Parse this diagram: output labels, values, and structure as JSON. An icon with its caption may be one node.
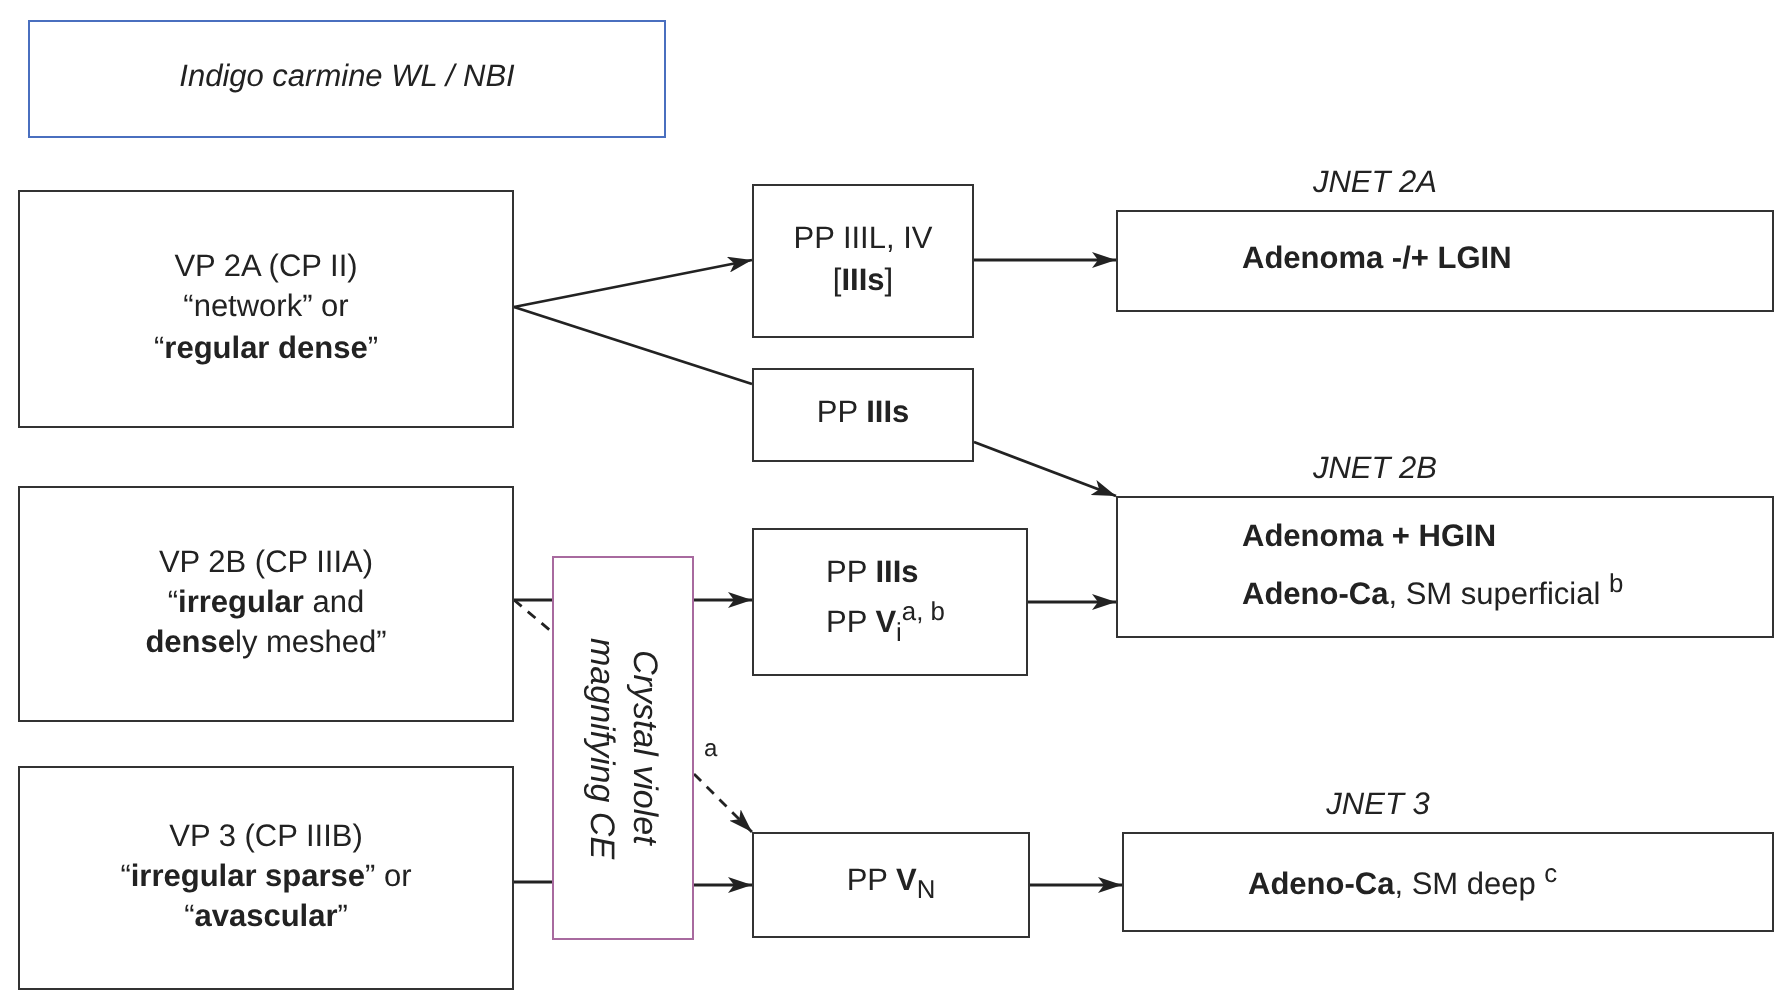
{
  "diagram": {
    "nodes": [
      {
        "text": [
          "Indigo carmine WL / NBI"
        ]
      },
      {
        "text": [
          "VP 2A (CP II) “network” or “**regular dense**”"
        ]
      },
      {
        "text": [
          "VP 2B (CP IIIA) “**irregular** and **dense**ly meshed”"
        ]
      },
      {
        "text": [
          "VP 3 (CP IIIB) “**irregular sparse**” or “**avascular**”"
        ]
      },
      {
        "text": [
          "Crystal violet magnifying CE"
        ]
      },
      {
        "text": [
          "PP IIIL, IV [**IIIs**]"
        ]
      },
      {
        "text": [
          "PP **IIIs**"
        ]
      },
      {
        "text": [
          "PP **IIIs**",
          "PP **V**$_{i}$$^{a, b}$"
        ]
      },
      {
        "text": [
          "PP **V**$_{N}$"
        ]
      },
      {
        "text": [
          "Adenoma -/+ LGIN"
        ],
        "beside": [
          "JNET 2A"
        ]
      },
      {
        "text": [
          "Adenoma + HGIN",
          "**Adeno-Ca**, SM superficial $^{b}$"
        ],
        "beside": [
          "JNET 2B"
        ]
      },
      {
        "text": [
          "**Adeno-Ca**, SM deep $^{c}$"
        ],
        "beside": [
          "JNET 3"
        ]
      }
    ],
    "edges": [
      {
        "from": 1,
        "to": 5,
        "arrow": "to"
      },
      {
        "from": 1,
        "to": 6,
        "arrow": "none"
      },
      {
        "from": 5,
        "to": 9,
        "arrow": "to"
      },
      {
        "from": 6,
        "to": 10,
        "arrow": "to"
      },
      {
        "from": 2,
        "to": 4,
        "arrow": "none"
      },
      {
        "from": 4,
        "to": 7,
        "arrow": "to"
      },
      {
        "from": 2,
        "to": 4,
        "arrow": "none",
        "style": "dashed"
      },
      {
        "from": 4,
        "to": 8,
        "arrow": "to",
        "style": "dashed",
        "label": "a"
      },
      {
        "from": 3,
        "to": 4,
        "arrow": "none"
      },
      {
        "from": 4,
        "to": 8,
        "arrow": "to"
      },
      {
        "from": 7,
        "to": 10,
        "arrow": "to"
      },
      {
        "from": 8,
        "to": 11,
        "arrow": "to"
      }
    ]
  }
}
